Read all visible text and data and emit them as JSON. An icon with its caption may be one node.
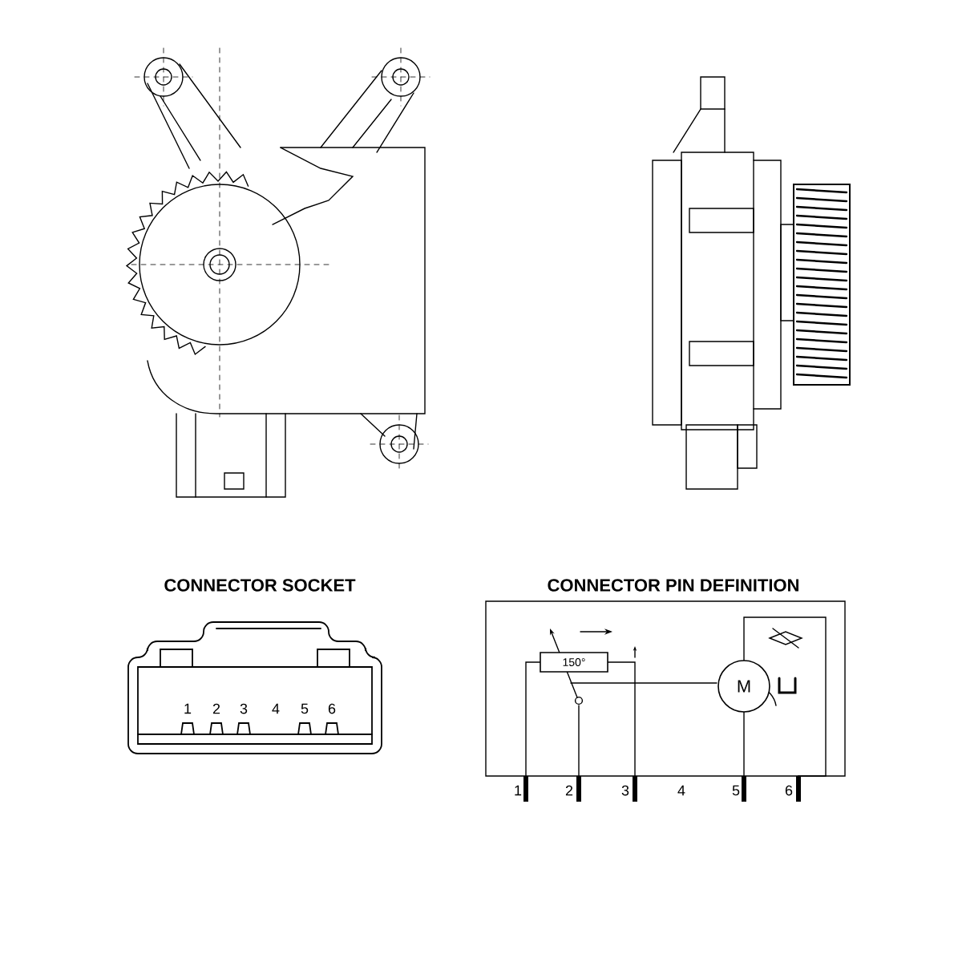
{
  "diagram": {
    "nodes": [
      {
        "text": [
          "150°"
        ]
      },
      {
        "text": [
          "M"
        ]
      }
    ],
    "labels": [
      "CONNECTOR SOCKET",
      "1",
      "2",
      "3",
      "4",
      "5",
      "6",
      "CONNECTOR PIN DEFINITION",
      "1",
      "2",
      "3",
      "4",
      "5",
      "6"
    ]
  }
}
